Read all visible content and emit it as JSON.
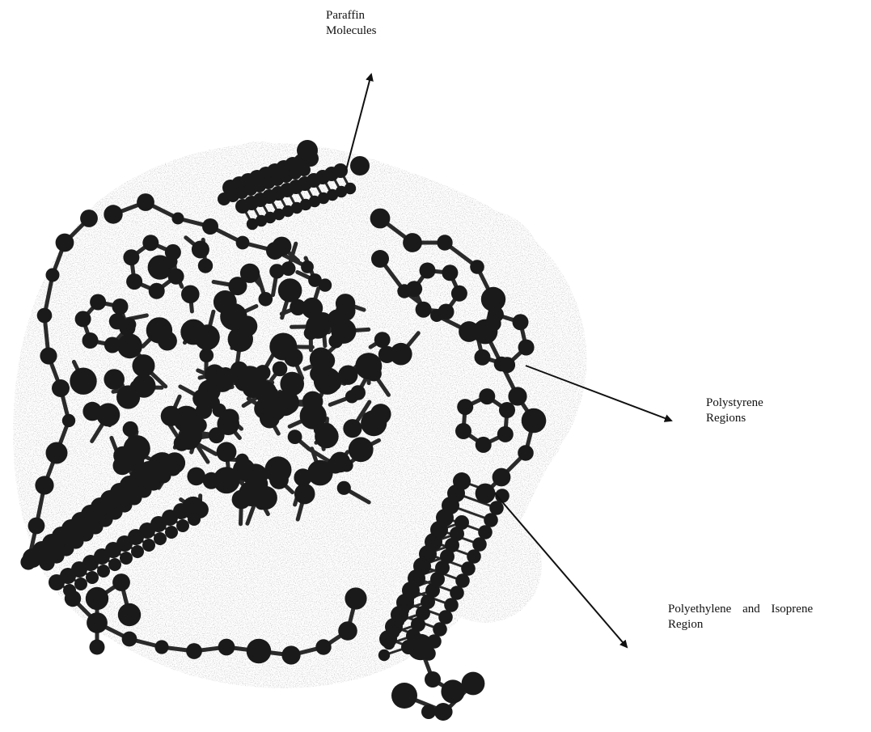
{
  "labels": {
    "paraffin": {
      "line1": "Paraffin",
      "line2": "Molecules"
    },
    "polystyrene": {
      "line1": "Polystyrene",
      "line2": "Regions"
    },
    "polyethylene": {
      "line1": "Polyethylene and Isoprene",
      "line2": "Region"
    }
  },
  "colors": {
    "atom": "#1a1a1a",
    "bond": "#2a2a2a",
    "surface": "#9a9a9a",
    "arrow": "#111111",
    "background": "#ffffff"
  }
}
